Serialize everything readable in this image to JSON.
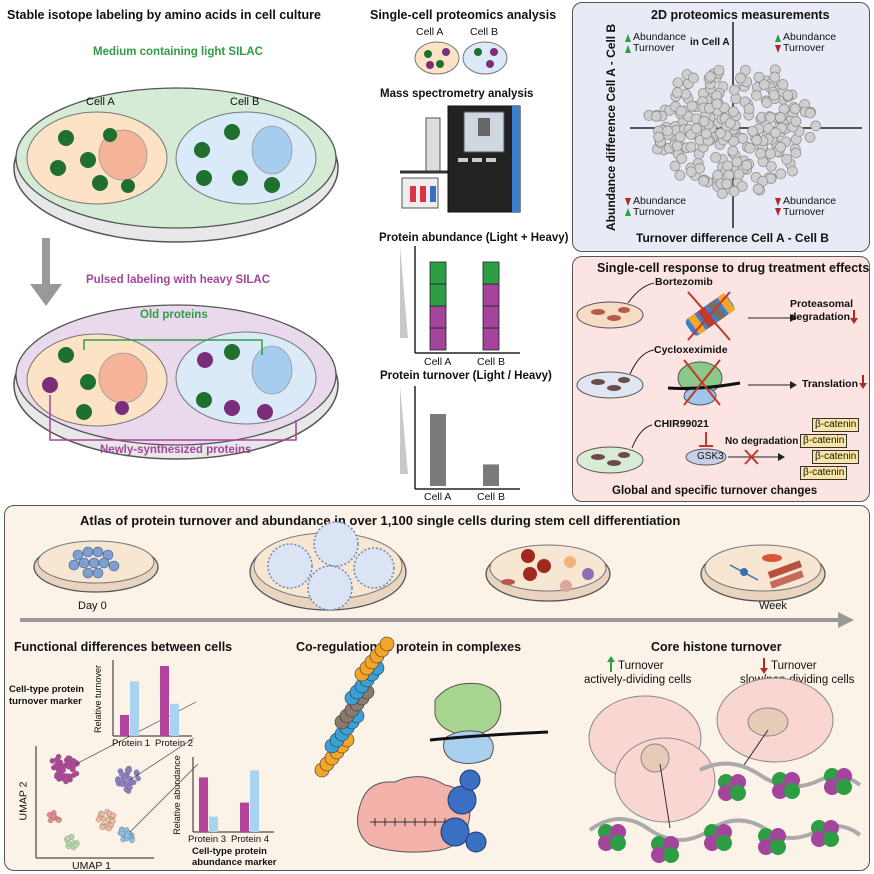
{
  "silac": {
    "title": "Stable isotope labeling by amino acids in cell culture",
    "medium_label": "Medium containing light SILAC",
    "cell_a": "Cell A",
    "cell_b": "Cell B",
    "pulse_label": "Pulsed labeling with heavy SILAC",
    "old_proteins": "Old proteins",
    "new_proteins": "Newly-synthesized proteins"
  },
  "sc_proteomics": {
    "title": "Single-cell proteomics analysis",
    "cell_a": "Cell A",
    "cell_b": "Cell B",
    "ms_title": "Mass spectrometry analysis",
    "abundance_title": "Protein abundance (Light + Heavy)",
    "turnover_title": "Protein turnover (Light / Heavy)",
    "abundance_x": [
      "Cell A",
      "Cell B"
    ],
    "turnover_x": [
      "Cell A",
      "Cell B"
    ]
  },
  "colors": {
    "green": "#2e9e45",
    "magenta": "#a5449c",
    "gray_bar": "#7a7a7a",
    "blue_panel": "#e8eaf6",
    "pink_panel": "#fbe4e1",
    "beige_panel": "#fbf2e8",
    "orange_cell": "#fde3c6",
    "blue_cell": "#dbeaf8"
  },
  "chart_data": [
    {
      "type": "bar",
      "title": "Protein abundance (Light + Heavy)",
      "categories": [
        "Cell A",
        "Cell B"
      ],
      "series": [
        {
          "name": "Light",
          "values": [
            2,
            1
          ],
          "color": "#2e9e45"
        },
        {
          "name": "Heavy",
          "values": [
            2,
            3
          ],
          "color": "#a5449c"
        }
      ],
      "stacked": true
    },
    {
      "type": "bar",
      "title": "Protein turnover (Light / Heavy)",
      "categories": [
        "Cell A",
        "Cell B"
      ],
      "values": [
        1.0,
        0.3
      ]
    },
    {
      "type": "scatter",
      "title": "2D proteomics measurements",
      "xlabel": "Turnover difference Cell A - Cell B",
      "ylabel": "Abundance difference Cell A - Cell B"
    },
    {
      "type": "bar",
      "categories": [
        "Protein 1",
        "Protein 2"
      ],
      "ylabel": "Relative turnover",
      "series": [
        {
          "values": [
            0.3,
            1.0
          ],
          "color": "#b3439b"
        },
        {
          "values": [
            0.78,
            0.46
          ],
          "color": "#a9d3f0"
        }
      ]
    },
    {
      "type": "bar",
      "categories": [
        "Protein 3",
        "Protein 4"
      ],
      "ylabel": "Relative abundance",
      "series": [
        {
          "values": [
            0.78,
            0.42
          ],
          "color": "#b3439b"
        },
        {
          "values": [
            0.22,
            0.88
          ],
          "color": "#a9d3f0"
        }
      ]
    }
  ],
  "pm": {
    "title": "2D proteomics measurements",
    "q_tl_1": "Abundance",
    "q_tl_2": "Turnover",
    "q_tl_3": "in Cell A",
    "q_tr_1": "Abundance",
    "q_tr_2": "Turnover",
    "q_bl_1": "Abundance",
    "q_bl_2": "Turnover",
    "q_br_1": "Abundance",
    "q_br_2": "Turnover",
    "xlabel": "Turnover difference Cell A - Cell B",
    "ylabel": "Abundance difference Cell A - Cell B"
  },
  "drug": {
    "title": "Single-cell response to drug treatment effects",
    "bortezomib": "Bortezomib",
    "proteasomal_1": "Proteasomal",
    "proteasomal_2": "degradation",
    "cycloheximide": "Cycloxeximide",
    "translation": "Translation",
    "chir": "CHIR99021",
    "no_degradation": "No degradation",
    "gsk3": "GSK3",
    "beta_catenin": "β-catenin",
    "footer": "Global and specific turnover changes"
  },
  "atlas": {
    "title": "Atlas of protein turnover and abundance in over 1,100 single cells during stem cell differentiation",
    "day0": "Day 0",
    "week": "Week",
    "func_title": "Functional differences between cells",
    "turnover_marker_1": "Cell-type protein",
    "turnover_marker_2": "turnover marker",
    "rel_turnover": "Relative turnover",
    "protein1": "Protein 1",
    "protein2": "Protein 2",
    "rel_abundance": "Relative abundance",
    "protein3": "Protein 3",
    "protein4": "Protein 4",
    "abundance_marker_1": "Cell-type protein",
    "abundance_marker_2": "abundance marker",
    "umap1": "UMAP 1",
    "umap2": "UMAP 2",
    "coreg_title": "Co-regulation of protein in complexes",
    "histone_title": "Core histone turnover",
    "turnover_up": "Turnover",
    "turnover_up_sub": "actively-dividing cells",
    "turnover_down": "Turnover",
    "turnover_down_sub": "slow/non-dividing cells"
  }
}
